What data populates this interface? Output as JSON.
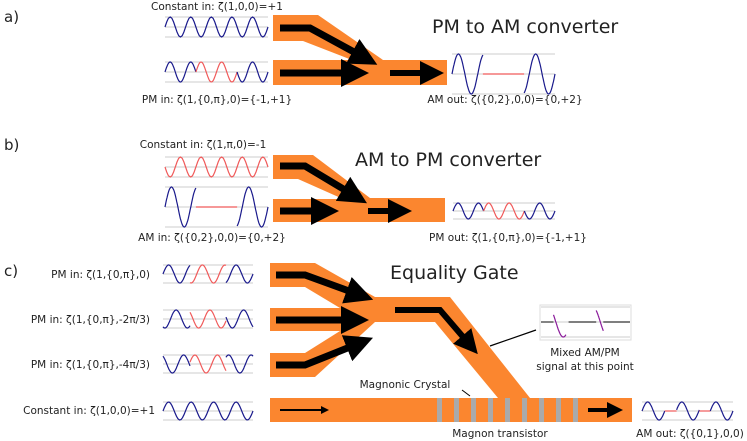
{
  "colors": {
    "waveguide": "#fb862f",
    "crystal": "#aaaaaa",
    "wave_pm0": "#1a1a8c",
    "wave_pm_pi": "#f05a5a",
    "mixed": "#8a1a9a"
  },
  "panel_a": {
    "label": "a)",
    "title": "PM to AM converter",
    "input_constant": "Constant in: ζ(1,0,0)=+1",
    "input_pm": "PM in: ζ(1,{0,π},0)={-1,+1}",
    "output_am": "AM out: ζ({0,2},0,0)={0,+2}"
  },
  "panel_b": {
    "label": "b)",
    "title": "AM to PM converter",
    "input_constant": "Constant in: ζ(1,π,0)=-1",
    "input_am": "AM in: ζ({0,2},0,0)={0,+2}",
    "output_pm": "PM out: ζ(1,{0,π},0)={-1,+1}"
  },
  "panel_c": {
    "label": "c)",
    "title": "Equality Gate",
    "input_pm_1": "PM in: ζ(1,{0,π},0)",
    "input_pm_2": "PM in: ζ(1,{0,π},-2π/3)",
    "input_pm_3": "PM in: ζ(1,{0,π},-4π/3)",
    "input_constant": "Constant in: ζ(1,0,0)=+1",
    "mixed_line1": "Mixed AM/PM",
    "mixed_line2": "signal at this point",
    "crystal_label": "Magnonic Crystal",
    "transistor_label": "Magnon transistor",
    "output_am": "AM out: ζ({0,1},0,0)"
  }
}
